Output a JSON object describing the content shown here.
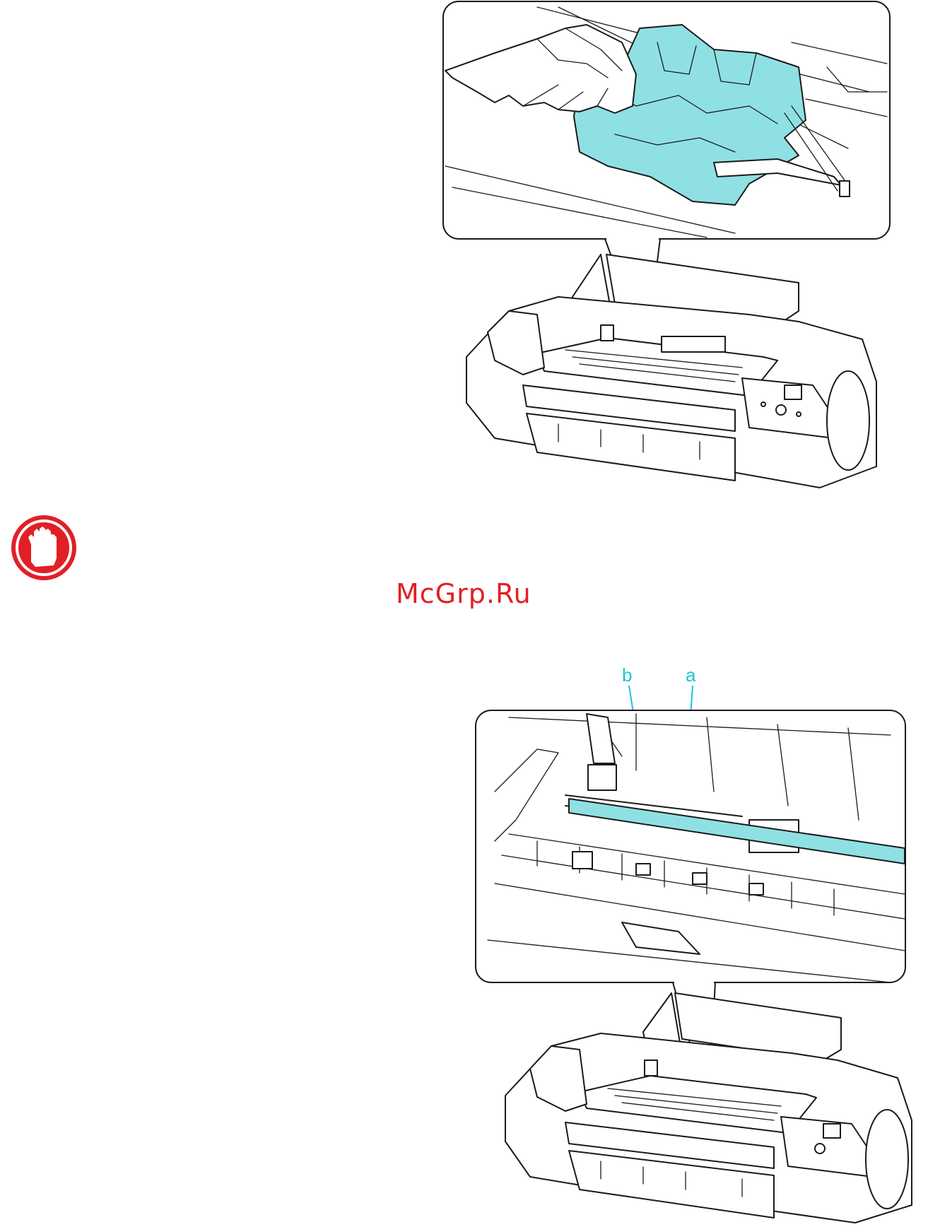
{
  "watermark": {
    "text": "McGrp.Ru"
  },
  "callouts": {
    "a": "a",
    "b": "b"
  },
  "colors": {
    "accent_cyan": "#19c6d6",
    "highlight_fill": "#8fe0e3",
    "stop_icon": "#e21f26"
  },
  "icons": {
    "important": "stop-hand-icon"
  }
}
